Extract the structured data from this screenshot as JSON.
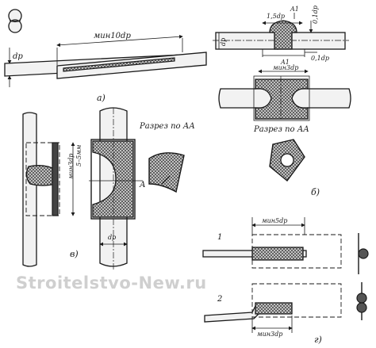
{
  "figure": {
    "panel_labels": {
      "a": "а)",
      "b": "б)",
      "v": "в)",
      "g": "г)"
    },
    "section_labels": {
      "left": "Разрез по АА",
      "right": "Разрез по АА"
    },
    "dimensions": {
      "a_dp": "dр",
      "a_min10": "мин10dр",
      "b_15dp": "1,5dр",
      "b_01dp_top": "0,1dр",
      "b_01dp_bottom": "0,1dр",
      "b_dp": "dр",
      "b_A1_top": "A1",
      "b_A1_bottom": "A1",
      "b_min3dp": "мин3dр",
      "v_5mm": "5–5мм",
      "v_min3dp": "мин3dр",
      "v_dp": "dр",
      "v_A": "А",
      "g_min5dp": "мин5dр",
      "g_min3dp": "мин3dр",
      "g_1": "1",
      "g_2": "2"
    }
  },
  "watermark": {
    "text": "Stroitelstvo-New.ru"
  }
}
